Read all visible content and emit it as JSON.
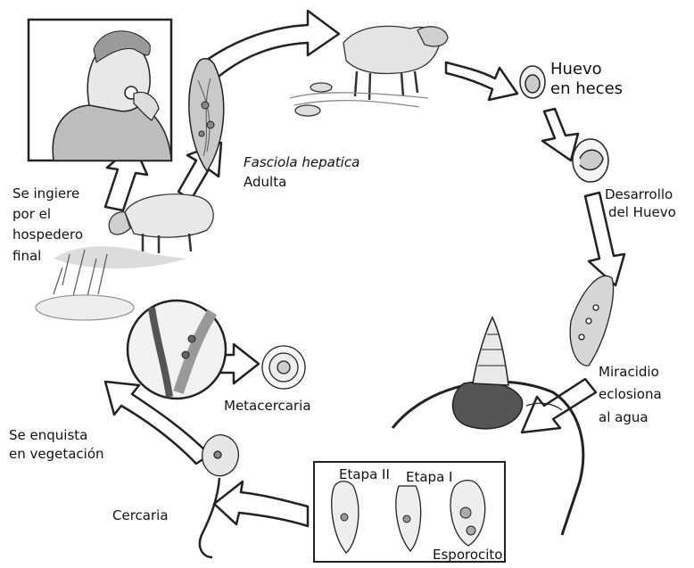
{
  "labels": {
    "huevo_heces": [
      "Huevo",
      "en heces"
    ],
    "desarrollo": [
      "Desarrollo",
      "del Huevo"
    ],
    "miracidio": [
      "Miracidio",
      "eclosiona",
      "al agua"
    ],
    "esporocito": "Esporocito",
    "etapa2": "Etapa II",
    "etapa1": "Etapa I",
    "cercaria": "Cercaria",
    "enquista": [
      "Se enquista",
      "en vegetación"
    ],
    "metacercaria": "Metacercaria",
    "ingiere": [
      "Se ingiere",
      "por el",
      "hospedero",
      "final"
    ],
    "adulta": [
      "Fasciola hepatica",
      "Adulta"
    ]
  }
}
